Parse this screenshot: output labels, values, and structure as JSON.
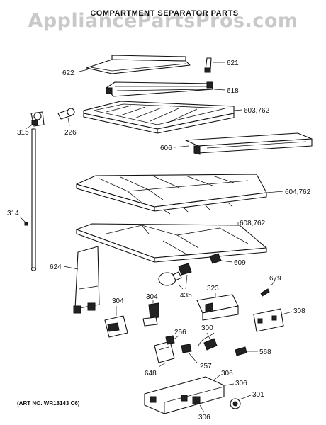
{
  "watermark": "AppliancePartsPros.com",
  "title": "COMPARTMENT SEPARATOR PARTS",
  "art_number": "(ART NO. WR18143 C6)",
  "callouts": {
    "c621": "621",
    "c622": "622",
    "c618": "618",
    "c603": "603,762",
    "c315": "315",
    "c226": "226",
    "c606": "606",
    "c604": "604,762",
    "c314": "314",
    "c608": "608,762",
    "c624": "624",
    "c609": "609",
    "c679": "679",
    "c435": "435",
    "c323": "323",
    "c304a": "304",
    "c304b": "304",
    "c308": "308",
    "c256": "256",
    "c300": "300",
    "c568": "568",
    "c648": "648",
    "c257": "257",
    "c306a": "306",
    "c306b": "306",
    "c306c": "306",
    "c301": "301"
  }
}
